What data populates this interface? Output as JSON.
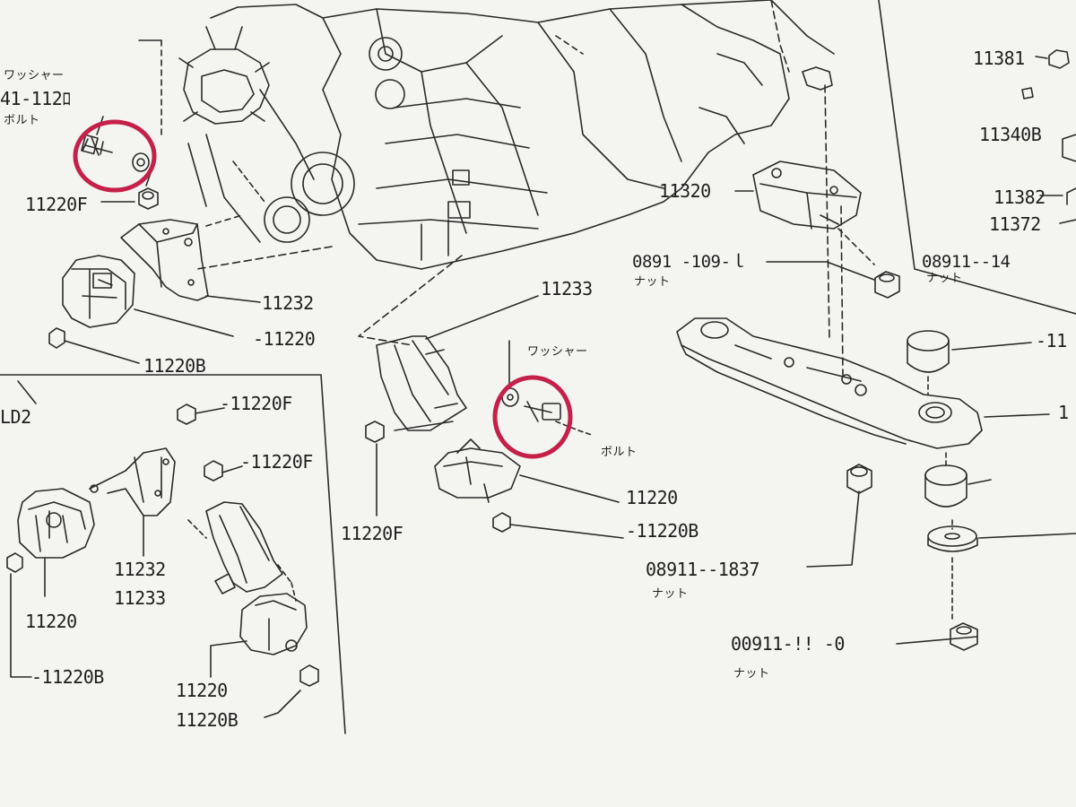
{
  "labels": {
    "p_41_112_top": "41-112ﾛ",
    "washer_top": "ワッシャー",
    "bolt_top": "ボルト",
    "p_11220F_a": "11220F",
    "p_11232": "11232",
    "p_11220_a": "-11220",
    "p_11220B_a": "11220B",
    "p_11233": "11233",
    "washer_mid": "ワッシャー",
    "bolt_mid": "ボルト",
    "p_11220_b": "11220",
    "p_11220B_b": "-11220B",
    "p_11220F_b": "11220F",
    "p_11320": "11320",
    "p_0891_109": "0891 -109-ｌ",
    "nut_a": "ナット",
    "p_08911_1837": "08911--1837",
    "nut_b": "ナット",
    "p_00911": "00911-!! -0",
    "nut_c": "ナット",
    "p_11381": "11381",
    "p_11340B": "11340B",
    "p_11382": "11382",
    "p_11372": "11372",
    "p_08911_14": "08911--14",
    "nut_d": "ナット",
    "p_11_r1": "-11",
    "p_1_r2": "1",
    "inset_tag": "LD2",
    "inset_11220F_1": "-11220F",
    "inset_11220F_2": "-11220F",
    "inset_11232": "11232",
    "inset_11233": "11233",
    "inset_11220_a": "11220",
    "inset_11220B_a": "-11220B",
    "inset_11220_b": "11220",
    "inset_11220B_b": "11220B"
  },
  "colors": {
    "line": "#2a2a2a",
    "highlight": "#c4204a",
    "paper": "#f4f4f1"
  }
}
